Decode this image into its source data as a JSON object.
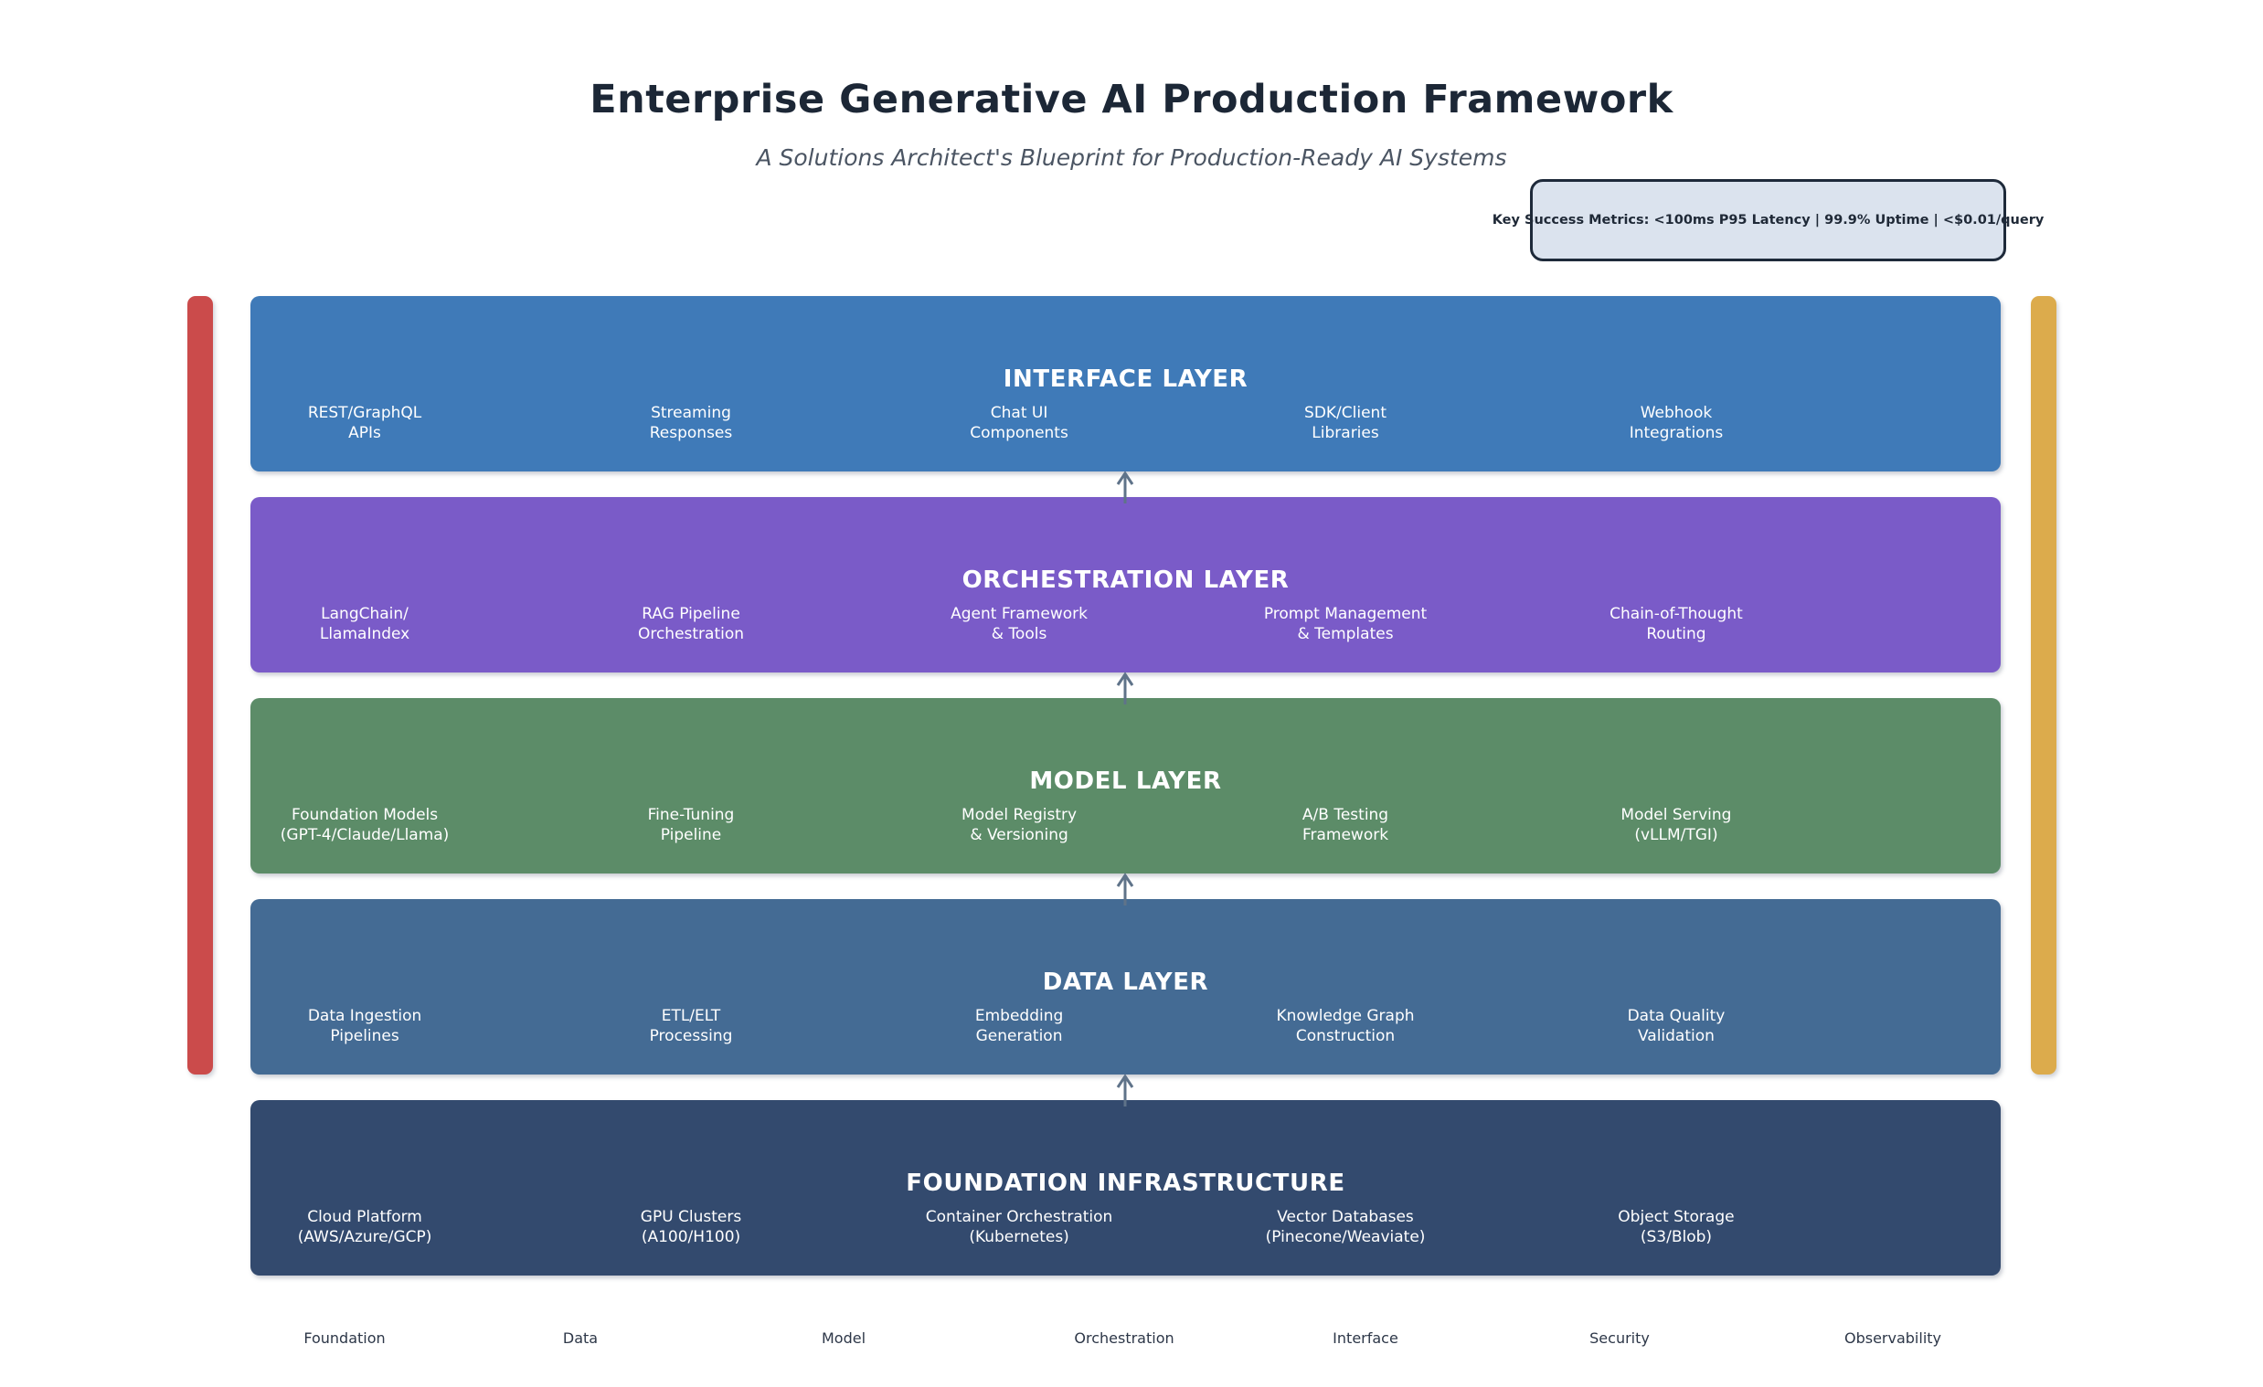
{
  "header": {
    "title": "Enterprise Generative AI Production Framework",
    "subtitle": "A Solutions Architect's Blueprint for Production-Ready AI Systems",
    "metrics": "Key Success Metrics: <100ms P95 Latency | 99.9% Uptime | <$0.01/query"
  },
  "colors": {
    "title_text": "#1c2736",
    "subtitle_text": "#4b5563",
    "metrics_bg": "#dbe3ee",
    "metrics_border": "#1e2a3a",
    "left_bar": "#cb4b4b",
    "right_bar": "#dcab4c",
    "arrow": "#5f7389"
  },
  "layers": [
    {
      "title": "INTERFACE LAYER",
      "color": "#3f7ab8",
      "items": [
        "REST/GraphQL\nAPIs",
        "Streaming\nResponses",
        "Chat UI\nComponents",
        "SDK/Client\nLibraries",
        "Webhook\nIntegrations"
      ]
    },
    {
      "title": "ORCHESTRATION LAYER",
      "color": "#7a5bc8",
      "items": [
        "LangChain/\nLlamaIndex",
        "RAG Pipeline\nOrchestration",
        "Agent Framework\n& Tools",
        "Prompt Management\n& Templates",
        "Chain-of-Thought\nRouting"
      ]
    },
    {
      "title": "MODEL LAYER",
      "color": "#5c8c68",
      "items": [
        "Foundation Models\n(GPT-4/Claude/Llama)",
        "Fine-Tuning\nPipeline",
        "Model Registry\n& Versioning",
        "A/B Testing\nFramework",
        "Model Serving\n(vLLM/TGI)"
      ]
    },
    {
      "title": "DATA LAYER",
      "color": "#446b94",
      "items": [
        "Data Ingestion\nPipelines",
        "ETL/ELT\nProcessing",
        "Embedding\nGeneration",
        "Knowledge Graph\nConstruction",
        "Data Quality\nValidation"
      ]
    },
    {
      "title": "FOUNDATION INFRASTRUCTURE",
      "color": "#334a6e",
      "items": [
        "Cloud Platform\n(AWS/Azure/GCP)",
        "GPU Clusters\n(A100/H100)",
        "Container Orchestration\n(Kubernetes)",
        "Vector Databases\n(Pinecone/Weaviate)",
        "Object Storage\n(S3/Blob)"
      ]
    }
  ],
  "footer_labels": [
    "Foundation",
    "Data",
    "Model",
    "Orchestration",
    "Interface",
    "Security",
    "Observability"
  ]
}
